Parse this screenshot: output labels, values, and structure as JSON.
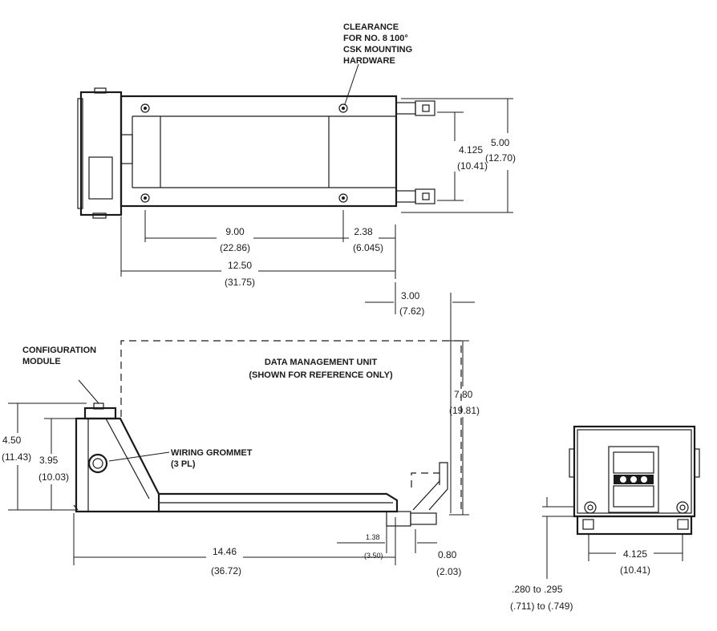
{
  "notes": {
    "clearance": [
      "CLEARANCE",
      "FOR NO. 8  100°",
      "CSK MOUNTING",
      "HARDWARE"
    ],
    "dmu": [
      "DATA MANAGEMENT UNIT",
      "(SHOWN FOR REFERENCE ONLY)"
    ],
    "config_module": [
      "CONFIGURATION",
      "MODULE"
    ],
    "grommet": [
      "WIRING GROMMET",
      "(3 PL)"
    ]
  },
  "dims": {
    "d4125_top": {
      "in": "4.125",
      "cm": "(10.41)"
    },
    "d500": {
      "in": "5.00",
      "cm": "(12.70)"
    },
    "d900": {
      "in": "9.00",
      "cm": "(22.86)"
    },
    "d238": {
      "in": "2.38",
      "cm": "(6.045)"
    },
    "d1250": {
      "in": "12.50",
      "cm": "(31.75)"
    },
    "d300": {
      "in": "3.00",
      "cm": "(7.62)"
    },
    "d780": {
      "in": "7.80",
      "cm": "(19.81)"
    },
    "d450": {
      "in": "4.50",
      "cm": "(11.43)"
    },
    "d395": {
      "in": "3.95",
      "cm": "(10.03)"
    },
    "d138": {
      "in": "1.38",
      "cm": "(3.50)"
    },
    "d1446": {
      "in": "14.46",
      "cm": "(36.72)"
    },
    "d080": {
      "in": "0.80",
      "cm": "(2.03)"
    },
    "d4125_end": {
      "in": "4.125",
      "cm": "(10.41)"
    },
    "d280": {
      "in": ".280 to .295",
      "cm": "(.711) to (.749)"
    }
  }
}
